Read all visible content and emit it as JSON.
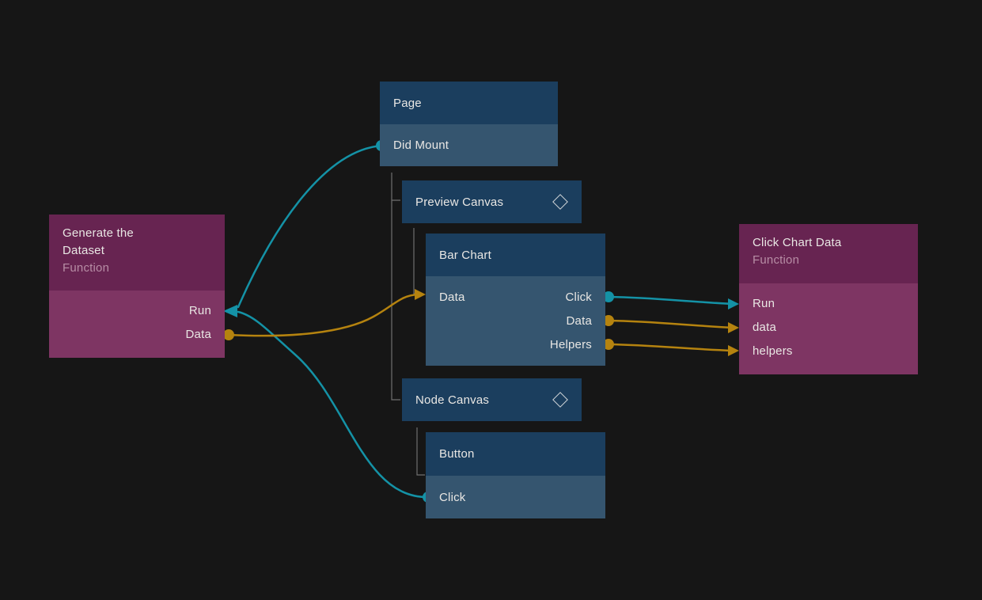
{
  "canvas": {
    "background": "#161616"
  },
  "colors": {
    "signal_wire": "#1492a6",
    "data_wire": "#b5830f",
    "tree_line": "#6f6f6f",
    "blue_node_header": "#1b3e5e",
    "blue_node_body": "#35556f",
    "purple_node_header": "#672451",
    "purple_node_body": "#7e3563"
  },
  "nodes": {
    "page": {
      "title": "Page",
      "ports": {
        "did_mount": "Did Mount"
      }
    },
    "preview_canvas": {
      "title": "Preview Canvas",
      "icon": "component-diamond"
    },
    "bar_chart": {
      "title": "Bar Chart",
      "inputs": {
        "data": "Data"
      },
      "outputs": {
        "click": "Click",
        "data": "Data",
        "helpers": "Helpers"
      }
    },
    "node_canvas": {
      "title": "Node Canvas",
      "icon": "component-diamond"
    },
    "button": {
      "title": "Button",
      "ports": {
        "click": "Click"
      }
    },
    "generate_dataset": {
      "title": "Generate the Dataset",
      "subtitle": "Function",
      "outputs": {
        "run": "Run",
        "data": "Data"
      }
    },
    "click_chart_data": {
      "title": "Click Chart Data",
      "subtitle": "Function",
      "inputs": {
        "run": "Run",
        "data": "data",
        "helpers": "helpers"
      }
    }
  },
  "connections": [
    {
      "from": "Page.Did Mount",
      "to": "Generate the Dataset.Run",
      "type": "signal"
    },
    {
      "from": "Button.Click",
      "to": "Generate the Dataset.Run",
      "type": "signal"
    },
    {
      "from": "Generate the Dataset.Data",
      "to": "Bar Chart.Data",
      "type": "data"
    },
    {
      "from": "Bar Chart.Click",
      "to": "Click Chart Data.Run",
      "type": "signal"
    },
    {
      "from": "Bar Chart.Data",
      "to": "Click Chart Data.data",
      "type": "data"
    },
    {
      "from": "Bar Chart.Helpers",
      "to": "Click Chart Data.helpers",
      "type": "data"
    }
  ]
}
